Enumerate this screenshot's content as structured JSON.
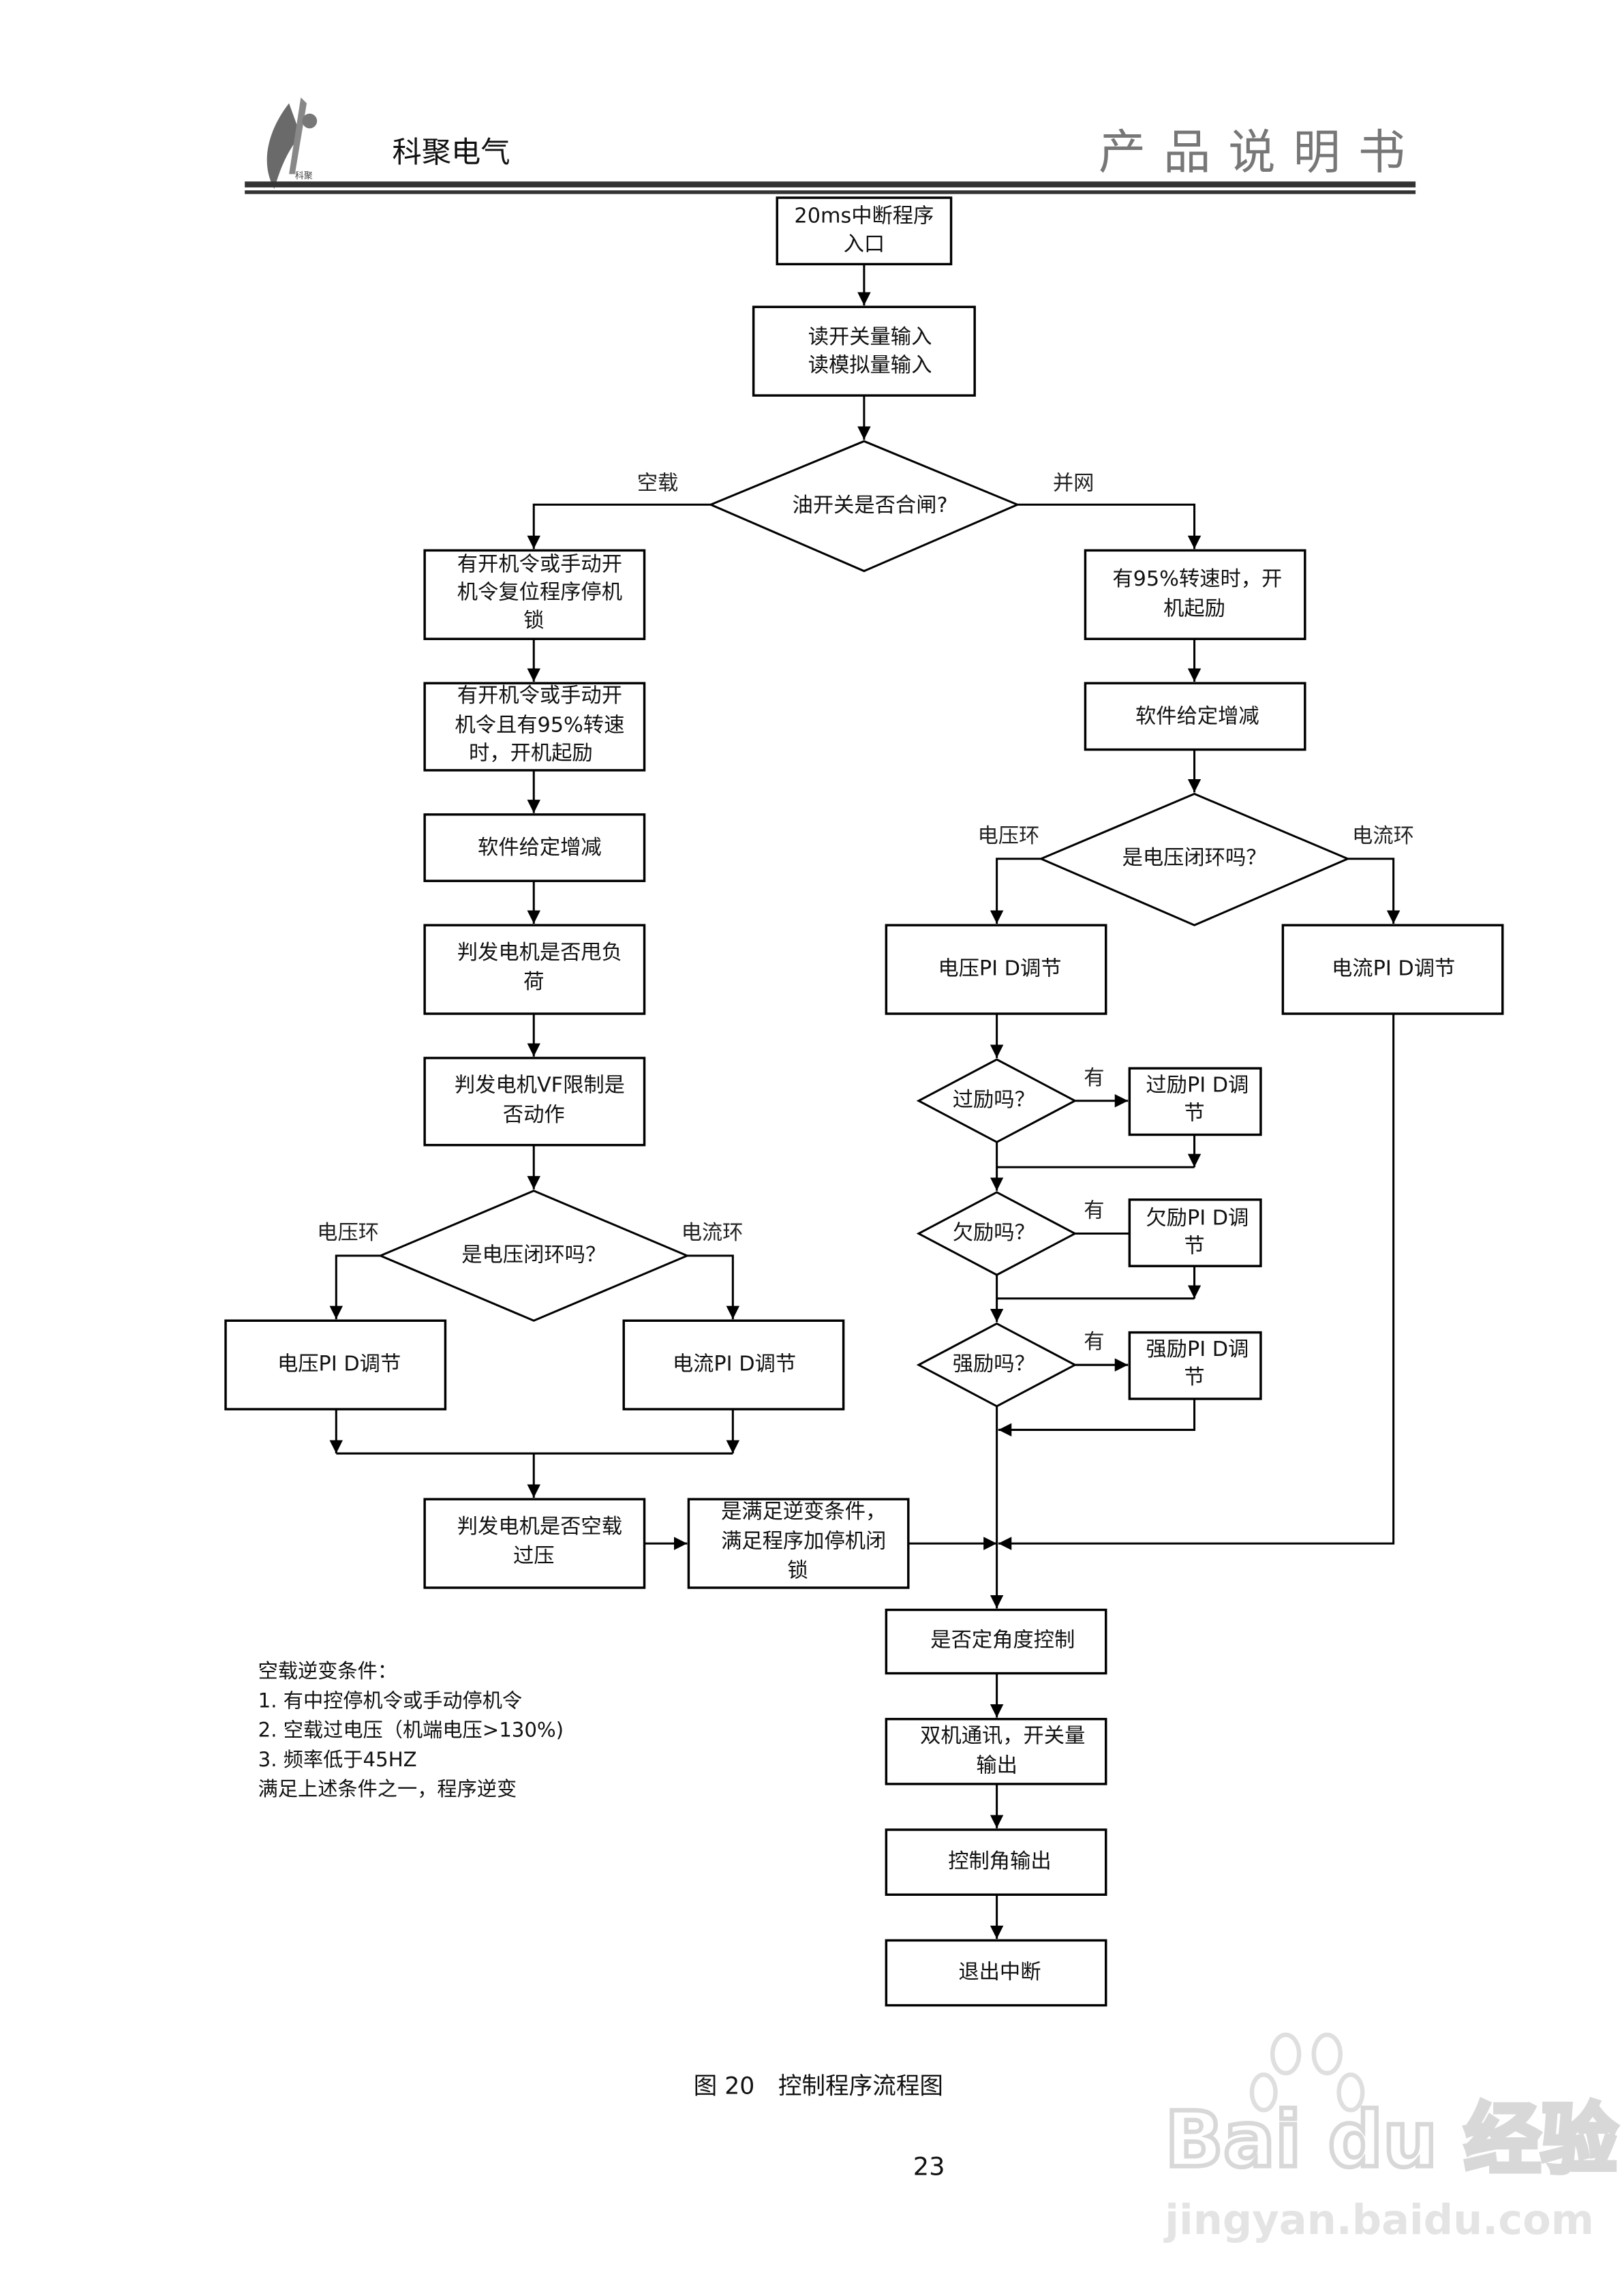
{
  "header": {
    "company": "科聚电气",
    "logo_caption": "科聚",
    "doc_type": "产品说明书"
  },
  "flowchart": {
    "start": [
      "20ms中断程序",
      "入口"
    ],
    "read_inputs": [
      "读开关量输入",
      "读模拟量输入"
    ],
    "decision_breaker": "油开关是否合闸?",
    "label_no_load": "空载",
    "label_grid": "并网",
    "left": {
      "step1": [
        "有开机令或手动开",
        "机令复位程序停机",
        "锁"
      ],
      "step2": [
        "有开机令或手动开",
        "机令且有95%转速",
        "时，开机起励"
      ],
      "step3": "软件给定增减",
      "step4": [
        "判发电机是否甩负",
        "荷"
      ],
      "step5": [
        "判发电机VF限制是",
        "否动作"
      ],
      "decision_loop": "是电压闭环吗？",
      "label_voltage_loop": "电压环",
      "label_current_loop": "电流环",
      "voltage_pid": "电压PI D调节",
      "current_pid": "电流PI D调节",
      "overvoltage_check": [
        "判发电机是否空载",
        "过压"
      ],
      "inverter_check": [
        "是满足逆变条件，",
        "满足程序加停机闭",
        "锁"
      ]
    },
    "right": {
      "step1": [
        "有95%转速时，开",
        "机起励"
      ],
      "step2": "软件给定增减",
      "decision_loop": "是电压闭环吗？",
      "label_voltage_loop": "电压环",
      "label_current_loop": "电流环",
      "voltage_pid": "电压PI D调节",
      "current_pid": "电流PI D调节",
      "over_excitation_q": "过励吗？",
      "over_excitation_pid": [
        "过励PI D调",
        "节"
      ],
      "under_excitation_q": "欠励吗？",
      "under_excitation_pid": [
        "欠励PI D调",
        "节"
      ],
      "forced_excitation_q": "强励吗？",
      "forced_excitation_pid": [
        "强励PI D调",
        "节"
      ],
      "yes_label": "有"
    },
    "tail": {
      "angle_control": "是否定角度控制",
      "comm_output": [
        "双机通讯，开关量",
        "输出"
      ],
      "angle_output": "控制角输出",
      "exit": "退出中断"
    }
  },
  "notes": {
    "title": "空载逆变条件：",
    "items": [
      "1. 有中控停机令或手动停机令",
      "2. 空载过电压（机端电压>130%)",
      "3. 频率低于45HZ"
    ],
    "footer": "满足上述条件之一，程序逆变"
  },
  "caption": "图 20　控制程序流程图",
  "page_number": "23",
  "watermark": {
    "brand": "Bai du 经验",
    "url": "jingyan.baidu.com"
  }
}
